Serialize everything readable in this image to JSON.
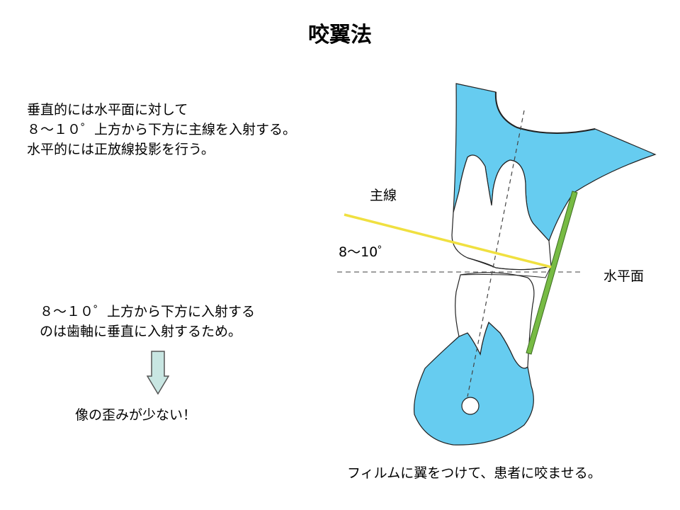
{
  "title": "咬翼法",
  "vertical_block": {
    "lines": [
      "垂直的には水平面に対して",
      "８～１０゜上方から下方に主線を入射する。",
      "水平的には正放線投影を行う。"
    ]
  },
  "reason_block": {
    "lines": [
      "８～１０゜上方から下方に入射する",
      "のは歯軸に垂直に入射するため。"
    ]
  },
  "conclusion": "像の歪みが少ない！",
  "footnote": "フィルムに翼をつけて、患者に咬ませる。",
  "diagram": {
    "label_beam": "主線",
    "label_angle": "8～10゜",
    "label_horizontal": "水平面"
  },
  "colors": {
    "tissue": "#66ccf0",
    "beam": "#f0e040",
    "film": "#77bb44",
    "arrow": "#c8e6e2",
    "outline": "#333333"
  }
}
